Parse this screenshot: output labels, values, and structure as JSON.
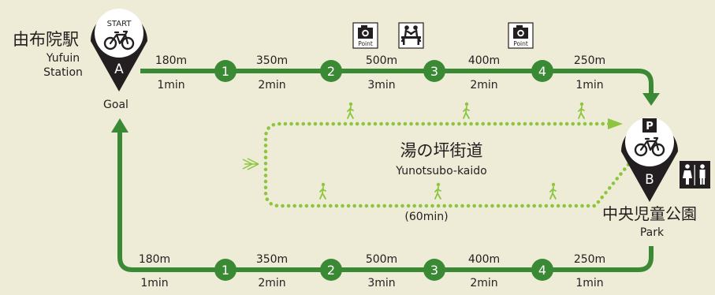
{
  "colors": {
    "background": "#eeebd6",
    "route_green": "#3a8a35",
    "walk_green": "#8cc63f",
    "pin_black": "#231f20",
    "white": "#ffffff"
  },
  "station": {
    "name_ja": "由布院駅",
    "name_en_line1": "Yufuin",
    "name_en_line2": "Station",
    "start_label": "START",
    "marker_letter": "A",
    "goal_label": "Goal",
    "icon": "bicycle-icon"
  },
  "park": {
    "name_ja": "中央児童公園",
    "name_en": "Park",
    "marker_letter": "B",
    "parking_label": "P",
    "icon": "bicycle-icon",
    "restroom_icon": "restroom-icon"
  },
  "point_icons": [
    {
      "icon": "camera-icon",
      "label": "Point"
    },
    {
      "icon": "bench-rest-icon",
      "label": ""
    },
    {
      "icon": "camera-icon",
      "label": "Point"
    }
  ],
  "outbound_route": {
    "nodes": [
      "1",
      "2",
      "3",
      "4"
    ],
    "segments": [
      {
        "distance": "180m",
        "time": "1min"
      },
      {
        "distance": "350m",
        "time": "2min"
      },
      {
        "distance": "500m",
        "time": "3min"
      },
      {
        "distance": "400m",
        "time": "2min"
      },
      {
        "distance": "250m",
        "time": "1min"
      }
    ]
  },
  "return_route": {
    "nodes": [
      "1",
      "2",
      "3",
      "4"
    ],
    "segments": [
      {
        "distance": "180m",
        "time": "1min"
      },
      {
        "distance": "350m",
        "time": "2min"
      },
      {
        "distance": "500m",
        "time": "3min"
      },
      {
        "distance": "400m",
        "time": "2min"
      },
      {
        "distance": "250m",
        "time": "1min"
      }
    ]
  },
  "walking_loop": {
    "name_ja": "湯の坪街道",
    "name_en": "Yunotsubo-kaido",
    "duration": "(60min)",
    "walker_icon": "walking-person-icon"
  }
}
